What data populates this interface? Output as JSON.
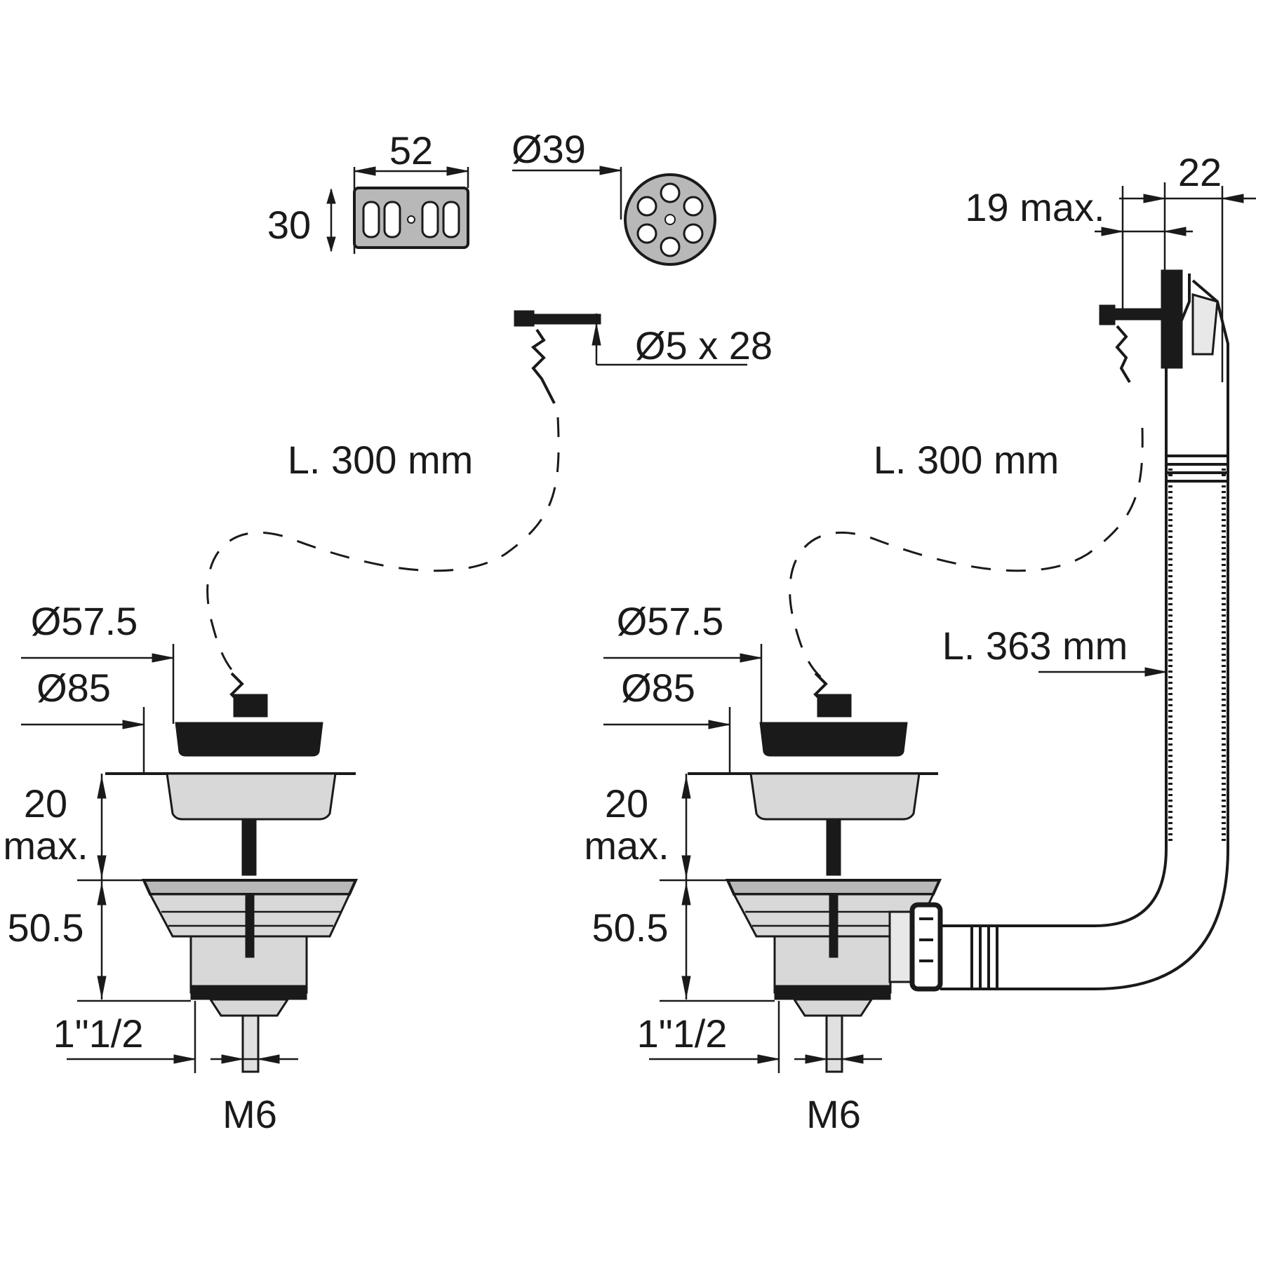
{
  "labels": {
    "overflow_width": "52",
    "overflow_height": "30",
    "strainer_dia": "Ø39",
    "pin": "Ø5 x 28",
    "chain_left": "L. 300 mm",
    "chain_right": "L. 300 mm",
    "overflow_max": "19 max.",
    "overflow_depth": "22",
    "hose_length": "L. 363 mm",
    "left": {
      "plug_dia": "Ø57.5",
      "flange_dia": "Ø85",
      "sink_thickness_1": "20",
      "sink_thickness_2": "max.",
      "body_height": "50.5",
      "thread": "1\"1/2",
      "bolt": "M6"
    },
    "right": {
      "plug_dia": "Ø57.5",
      "flange_dia": "Ø85",
      "sink_thickness_1": "20",
      "sink_thickness_2": "max.",
      "body_height": "50.5",
      "thread": "1\"1/2",
      "bolt": "M6"
    }
  }
}
